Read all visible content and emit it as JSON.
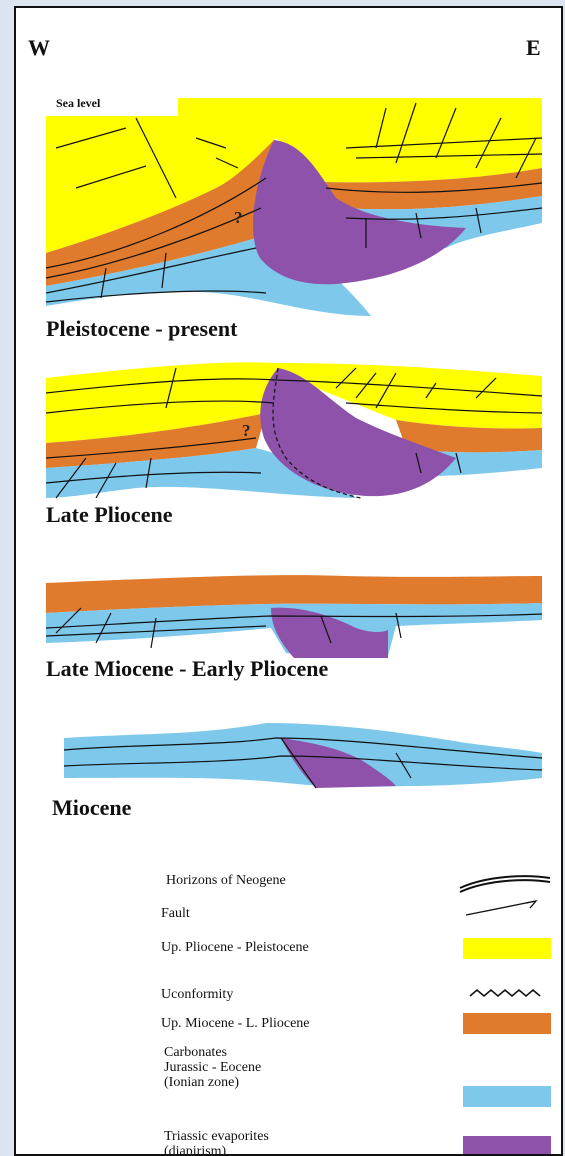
{
  "orientation": {
    "west": "W",
    "east": "E"
  },
  "sea_level": "Sea level",
  "question_mark": "?",
  "stages": [
    "Pleistocene - present",
    "Late Pliocene",
    "Late Miocene - Early Pliocene",
    "Miocene"
  ],
  "legend": [
    {
      "label": "Horizons of Neogene",
      "symbol": "double-line-icon"
    },
    {
      "label": "Fault",
      "symbol": "fault-arrow-icon"
    },
    {
      "label": "Up. Pliocene - Pleistocene",
      "color": "#ffff00"
    },
    {
      "label": "Uconformity",
      "symbol": "wavy-line-icon"
    },
    {
      "label": "Up. Miocene - L. Pliocene",
      "color": "#e07a2c"
    },
    {
      "label": "Carbonates\nJurassic - Eocene\n(Ionian zone)",
      "color": "#7ec8ec"
    },
    {
      "label": "Triassic evaporites\n(diapirism)",
      "color": "#8e52aa"
    }
  ],
  "colors": {
    "yellow": "#ffff00",
    "orange": "#e07a2c",
    "blue": "#7ec8ec",
    "purple": "#8e52aa"
  }
}
